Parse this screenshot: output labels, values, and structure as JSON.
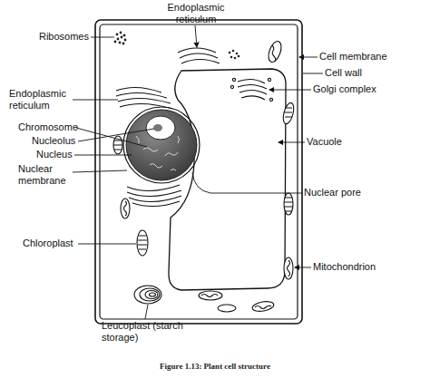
{
  "diagram": {
    "caption": "Figure 1.13: Plant cell structure",
    "labels": [
      "Endoplasmic reticulum",
      "Ribosomes",
      "Cell membrane",
      "Cell wall",
      "Endoplasmic reticulum",
      "Golgi complex",
      "Chromosome",
      "Nucleolus",
      "Nucleus",
      "Nuclear membrane",
      "Vacuole",
      "Nuclear pore",
      "Chloroplast",
      "Mitochondrion",
      "Leucoplast (starch storage)"
    ]
  }
}
